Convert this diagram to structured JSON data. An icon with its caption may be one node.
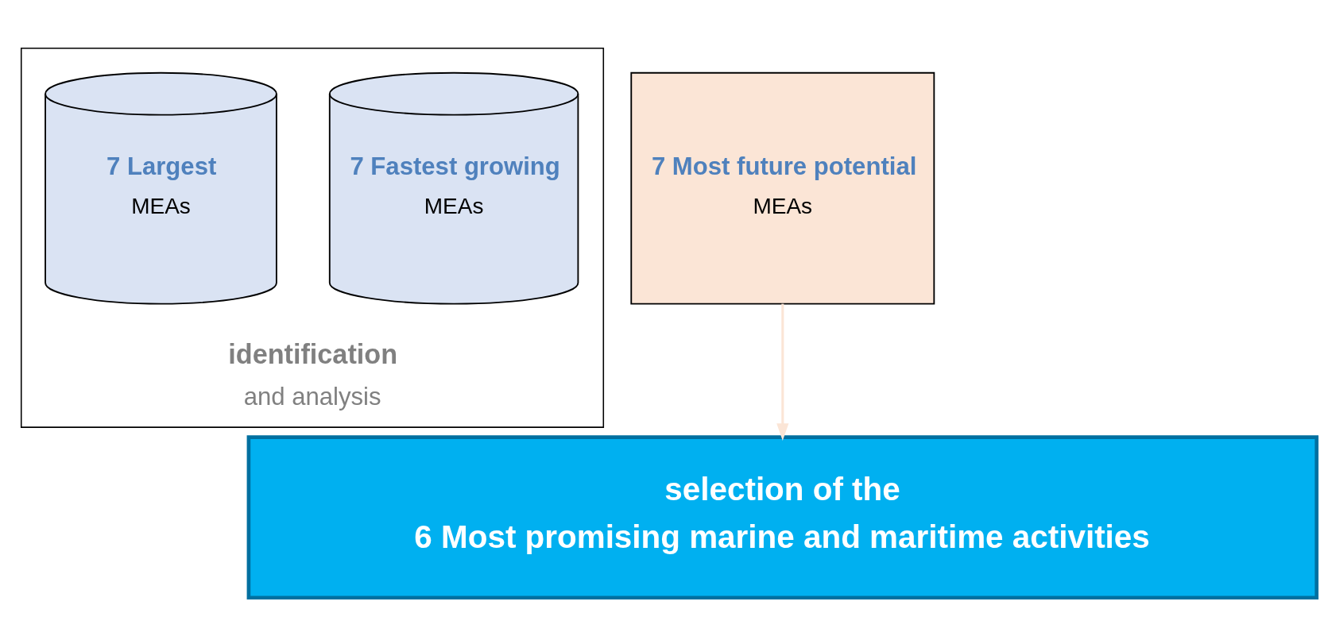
{
  "diagram": {
    "nodes": [
      {
        "text": [
          "identification",
          "and analysis"
        ]
      },
      {
        "text": [
          "7 Largest",
          "MEAs"
        ],
        "in": 0
      },
      {
        "text": [
          "7 Fastest growing",
          "MEAs"
        ],
        "in": 0
      },
      {
        "text": [
          "7 Most future potential",
          "MEAs"
        ]
      },
      {
        "text": [
          "selection of the",
          "6 Most promising marine and maritime activities"
        ]
      }
    ],
    "edges": [
      {
        "from": 3,
        "to": 4,
        "arrow": "to",
        "color": "#fbe5d6"
      }
    ]
  }
}
